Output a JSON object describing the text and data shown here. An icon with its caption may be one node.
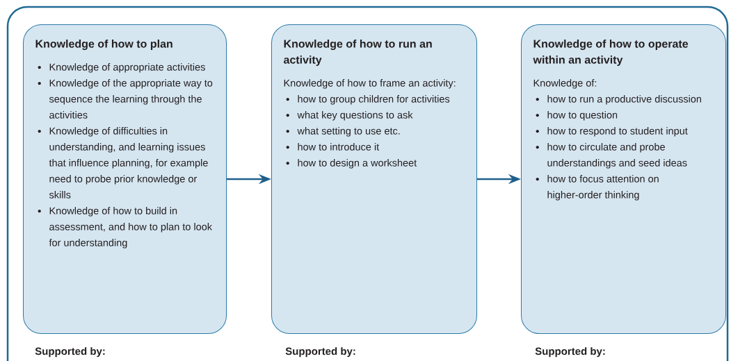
{
  "diagram": {
    "nodes": [
      {
        "text": [
          "Knowledge of how to plan",
          "Knowledge of appropriate activities",
          "Knowledge of the appropriate way to sequence the learning through the activities",
          "Knowledge of difficulties in understanding, and learning issues that influence planning, for example need to probe prior knowledge or skills",
          "Knowledge of how to build in assessment, and how to plan to look for understanding"
        ]
      },
      {
        "text": [
          "Knowledge of how to run an activity",
          "Knowledge of how to frame an activity:",
          "how to group children for activities",
          "what key questions to ask",
          "what setting to use etc.",
          "how to introduce it",
          "how to design a worksheet"
        ]
      },
      {
        "text": [
          "Knowledge of how to operate within an activity",
          "Knowledge of:",
          "how to run a productive discussion",
          "how to question",
          "how to respond to student input",
          "how to circulate and probe understandings and seed ideas",
          "how to focus attention on higher-order thinking"
        ]
      }
    ],
    "edges": [
      {
        "from": 0,
        "to": 1,
        "arrow": "to"
      },
      {
        "from": 1,
        "to": 2,
        "arrow": "to"
      }
    ],
    "labels": [
      "Supported by:",
      "Supported by:",
      "Supported by:"
    ]
  }
}
